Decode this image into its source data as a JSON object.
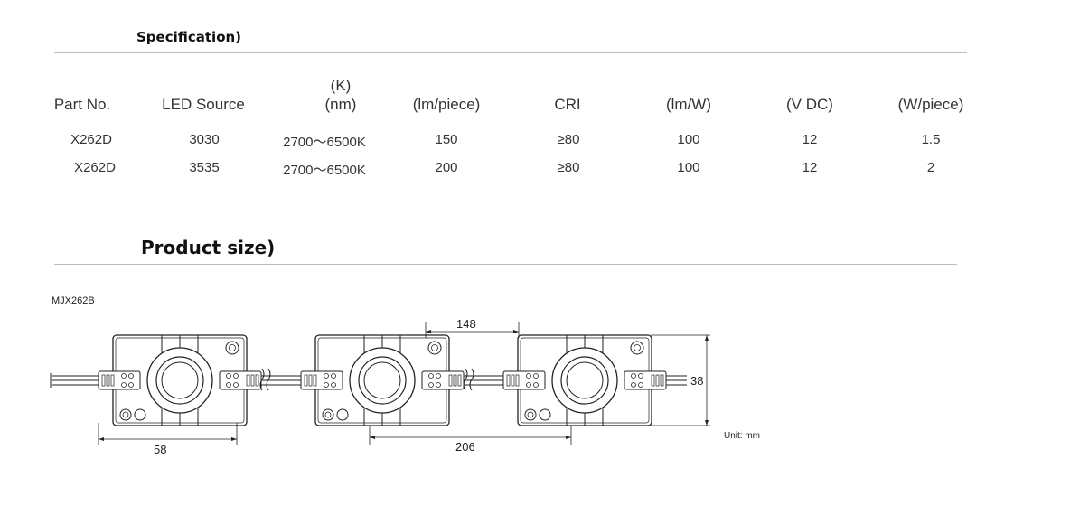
{
  "spec": {
    "title": "Specification)",
    "headers": [
      {
        "line1": "",
        "line2": "Part No."
      },
      {
        "line1": "",
        "line2": "LED Source"
      },
      {
        "line1": "(K)",
        "line2": "(nm)"
      },
      {
        "line1": "",
        "line2": "(lm/piece)"
      },
      {
        "line1": "",
        "line2": "CRI"
      },
      {
        "line1": "",
        "line2": "(lm/W)"
      },
      {
        "line1": "",
        "line2": "(V DC)"
      },
      {
        "line1": "",
        "line2": "(W/piece)"
      }
    ],
    "rows": [
      [
        "X262D",
        "3030",
        "2700～6500K",
        "150",
        "≥80",
        "100",
        "12",
        "1.5"
      ],
      [
        "X262D",
        "3535",
        "2700～6500K",
        "200",
        "≥80",
        "100",
        "12",
        "2"
      ]
    ]
  },
  "size": {
    "title": "Product size)",
    "model": "MJX262B",
    "dims": {
      "pitch": "148",
      "height": "38",
      "width": "58",
      "span": "206"
    },
    "unit": "Unit: mm"
  },
  "colors": {
    "rule": "#bdbdbd",
    "line": "#222222"
  }
}
